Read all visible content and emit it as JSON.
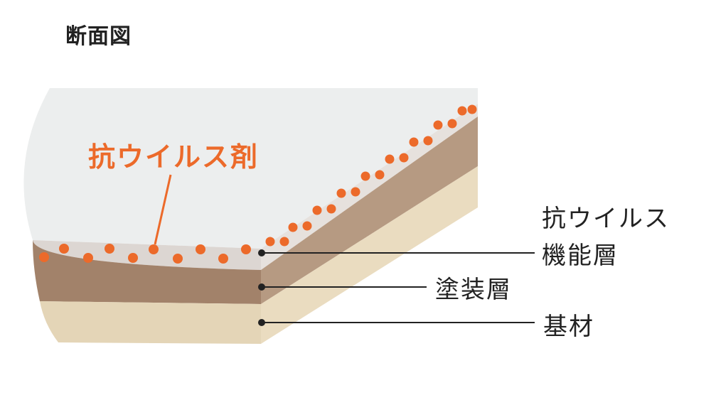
{
  "title": "断面図",
  "agent_label": "抗ウイルス剤",
  "layers": [
    {
      "id": "functional",
      "label_line1": "抗ウイルス",
      "label_line2": "機能層"
    },
    {
      "id": "coating",
      "label_line1": "塗装層"
    },
    {
      "id": "base",
      "label_line1": "基材"
    }
  ],
  "colors": {
    "agent": "#ec6a2a",
    "top_surface": "#eceeee",
    "functional_layer": "#dcd6d2",
    "coating_layer": "#a2826a",
    "base_layer": "#e4d5b7",
    "leader_line": "#222222"
  }
}
